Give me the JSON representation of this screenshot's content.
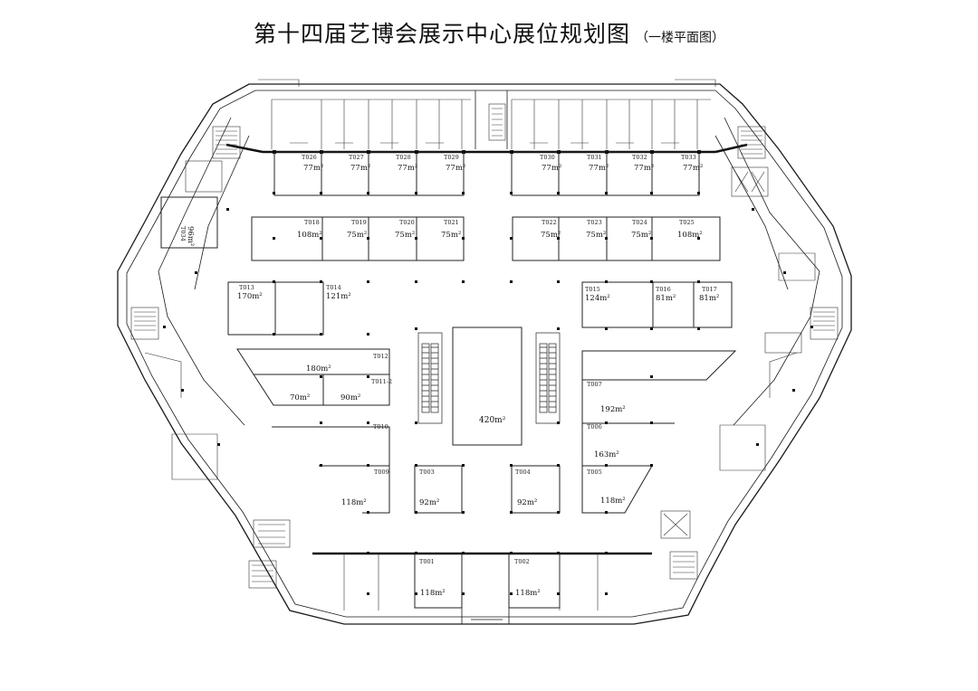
{
  "title": "第十四届艺博会展示中心展位规划图",
  "subtitle": "（一楼平面图）",
  "booths": [
    {
      "id": "T026",
      "area": "77m²"
    },
    {
      "id": "T027",
      "area": "77m²"
    },
    {
      "id": "T028",
      "area": "77m²"
    },
    {
      "id": "T029",
      "area": "77m²"
    },
    {
      "id": "T030",
      "area": "77m²"
    },
    {
      "id": "T031",
      "area": "77m²"
    },
    {
      "id": "T032",
      "area": "77m²"
    },
    {
      "id": "T033",
      "area": "77m²"
    },
    {
      "id": "T034",
      "area": "96m²"
    },
    {
      "id": "T018",
      "area": "108m²"
    },
    {
      "id": "T019",
      "area": "75m²"
    },
    {
      "id": "T020",
      "area": "75m²"
    },
    {
      "id": "T021",
      "area": "75m²"
    },
    {
      "id": "T022",
      "area": "75m²"
    },
    {
      "id": "T023",
      "area": "75m²"
    },
    {
      "id": "T024",
      "area": "75m²"
    },
    {
      "id": "T025",
      "area": "108m²"
    },
    {
      "id": "T013",
      "area": "170m²"
    },
    {
      "id": "T014",
      "area": "121m²"
    },
    {
      "id": "T015",
      "area": "124m²"
    },
    {
      "id": "T016",
      "area": "81m²"
    },
    {
      "id": "T017",
      "area": "81m²"
    },
    {
      "id": "T012",
      "area": "180m²"
    },
    {
      "id": "T011-2",
      "area": "70m²"
    },
    {
      "id": "",
      "area": "90m²"
    },
    {
      "id": "",
      "area": "420m²"
    },
    {
      "id": "T007",
      "area": "192m²"
    },
    {
      "id": "T006",
      "area": "163m²"
    },
    {
      "id": "T010",
      "area": ""
    },
    {
      "id": "T009",
      "area": "118m²"
    },
    {
      "id": "T003",
      "area": "92m²"
    },
    {
      "id": "T004",
      "area": "92m²"
    },
    {
      "id": "T005",
      "area": "118m²"
    },
    {
      "id": "T001",
      "area": "118m²"
    },
    {
      "id": "T002",
      "area": "118m²"
    }
  ]
}
